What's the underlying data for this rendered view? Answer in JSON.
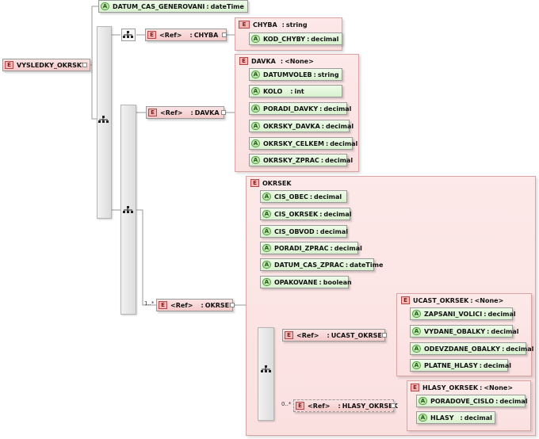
{
  "badges": {
    "element": "E",
    "attribute": "A",
    "element_key": "E"
  },
  "root": {
    "name": "VYSLEDKY_OKRSKY"
  },
  "root_attribute": {
    "name": "DATUM_CAS_GENEROVANI",
    "type": "dateTime"
  },
  "chyba_ref": {
    "ref_label": "<Ref>",
    "name": "CHYBA"
  },
  "chyba": {
    "name": "CHYBA",
    "type": "string",
    "attributes": [
      {
        "name": "KOD_CHYBY",
        "type": "decimal"
      }
    ]
  },
  "davka_ref": {
    "ref_label": "<Ref>",
    "name": "DAVKA"
  },
  "davka": {
    "name": "DAVKA",
    "type": "<None>",
    "attributes": [
      {
        "name": "DATUMVOLEB",
        "type": "string"
      },
      {
        "name": "KOLO",
        "type": "int"
      },
      {
        "name": "PORADI_DAVKY",
        "type": "decimal"
      },
      {
        "name": "OKRSKY_DAVKA",
        "type": "decimal"
      },
      {
        "name": "OKRSKY_CELKEM",
        "type": "decimal"
      },
      {
        "name": "OKRSKY_ZPRAC",
        "type": "decimal"
      }
    ]
  },
  "okrsek_ref": {
    "ref_label": "<Ref>",
    "name": "OKRSEK",
    "multiplicity": "1..*"
  },
  "okrsek": {
    "name": "OKRSEK",
    "attributes": [
      {
        "name": "CIS_OBEC",
        "type": "decimal"
      },
      {
        "name": "CIS_OKRSEK",
        "type": "decimal"
      },
      {
        "name": "CIS_OBVOD",
        "type": "decimal"
      },
      {
        "name": "PORADI_ZPRAC",
        "type": "decimal"
      },
      {
        "name": "DATUM_CAS_ZPRAC",
        "type": "dateTime"
      },
      {
        "name": "OPAKOVANE",
        "type": "boolean"
      }
    ]
  },
  "ucast_ref": {
    "ref_label": "<Ref>",
    "name": "UCAST_OKRSEK"
  },
  "ucast": {
    "name": "UCAST_OKRSEK",
    "type": "<None>",
    "attributes": [
      {
        "name": "ZAPSANI_VOLICI",
        "type": "decimal"
      },
      {
        "name": "VYDANE_OBALKY",
        "type": "decimal"
      },
      {
        "name": "ODEVZDANE_OBALKY",
        "type": "decimal"
      },
      {
        "name": "PLATNE_HLASY",
        "type": "decimal"
      }
    ]
  },
  "hlasy_ref": {
    "ref_label": "<Ref>",
    "name": "HLASY_OKRSEK",
    "multiplicity": "0..*"
  },
  "hlasy": {
    "name": "HLASY_OKRSEK",
    "type": "<None>",
    "attributes": [
      {
        "name": "PORADOVE_CISLO",
        "type": "decimal"
      },
      {
        "name": "HLASY",
        "type": "decimal"
      }
    ]
  }
}
